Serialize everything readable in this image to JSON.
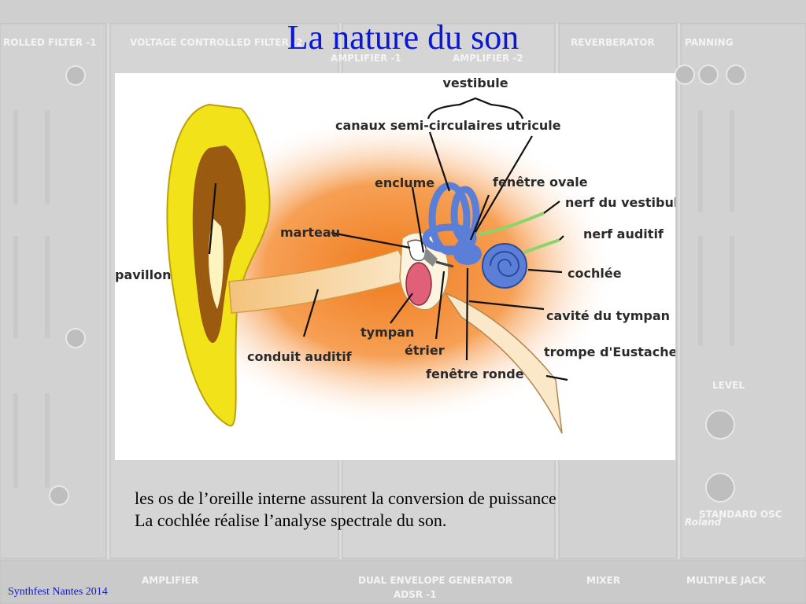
{
  "title": "La nature du son",
  "diagram": {
    "labels": {
      "vestibule": "vestibule",
      "canaux": "canaux semi-circulaires",
      "utricule": "utricule",
      "enclume": "enclume",
      "fenetre_ovale": "fenêtre ovale",
      "nerf_vestibule": "nerf du vestibule",
      "marteau": "marteau",
      "nerf_auditif": "nerf auditif",
      "pavillon": "pavillon",
      "cochlee": "cochlée",
      "cavite_tympan": "cavité du tympan",
      "tympan": "tympan",
      "etrier": "étrier",
      "trompe": "trompe d'Eustache",
      "conduit": "conduit auditif",
      "fenetre_ronde": "fenêtre ronde"
    }
  },
  "text": {
    "line1": "les os de l’oreille interne assurent la conversion de puissance",
    "line2": "La cochlée réalise l’analyse spectrale du son."
  },
  "footer": "Synthfest Nantes 2014",
  "background_labels": {
    "l1": "ROLLED FILTER -1",
    "l2": "VOLTAGE CONTROLLED FILTER -2",
    "l3": "AMPLIFIER -1",
    "l4": "AMPLIFIER -2",
    "l5": "REVERBERATOR",
    "l6": "PANNING",
    "l7": "AMPLIFIER",
    "l8": "DUAL ENVELOPE GENERATOR",
    "l9": "ADSR -1",
    "l10": "MIXER",
    "l11": "MULTIPLE JACK",
    "l12": "LEVEL",
    "l13": "STANDARD OSC",
    "l14": "Roland"
  },
  "colors": {
    "title": "#0b17d6",
    "ear_yellow": "#f2e21a",
    "ear_orange": "#f28a2a",
    "inner_blue": "#5b7fd6",
    "tympan_pink": "#e0607a",
    "nerve_green": "#8bd46a"
  }
}
